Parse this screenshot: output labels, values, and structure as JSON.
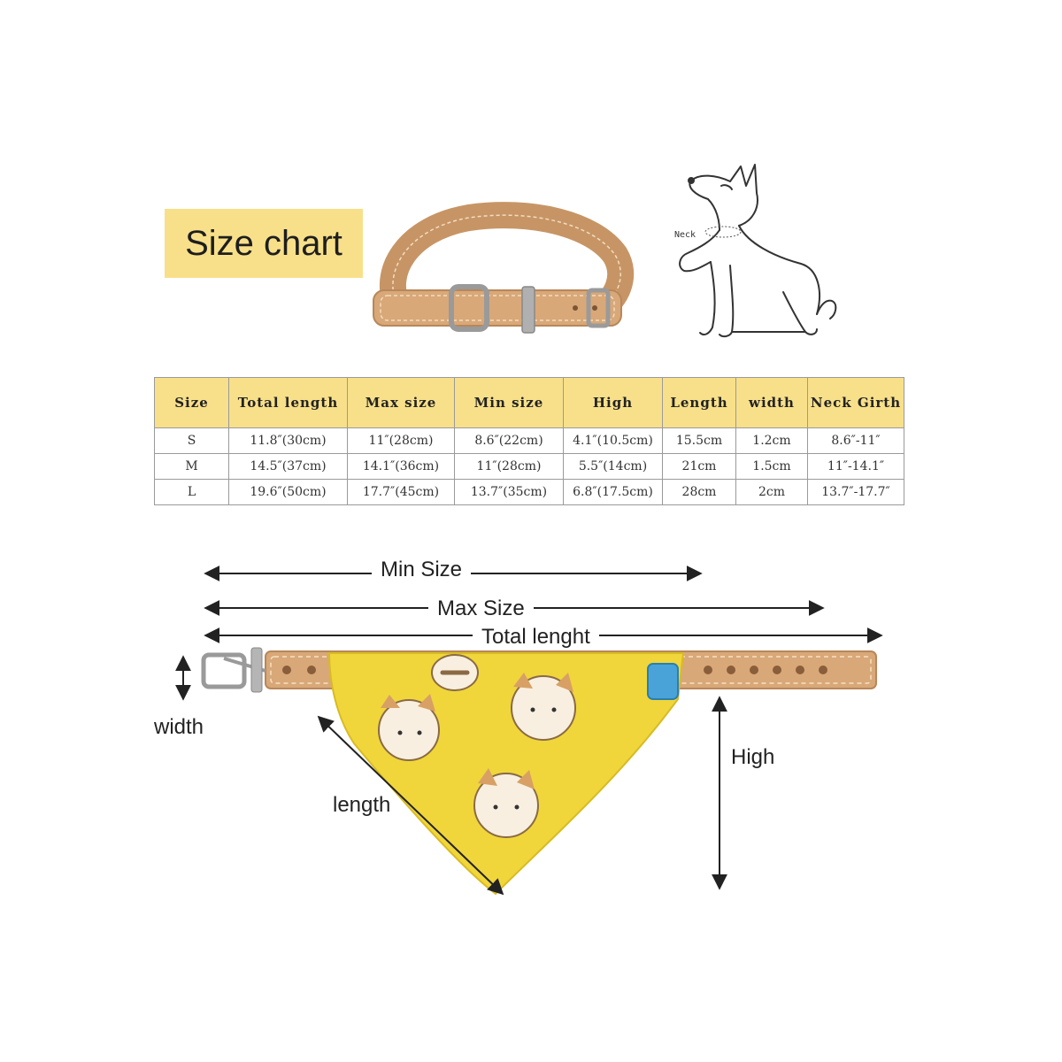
{
  "title": "Size chart",
  "dog_diagram": {
    "neck_label": "Neck"
  },
  "table": {
    "headers": [
      "Size",
      "Total length",
      "Max size",
      "Min size",
      "High",
      "Length",
      "width",
      "Neck Girth"
    ],
    "rows": [
      [
        "S",
        "11.8″(30cm)",
        "11″(28cm)",
        "8.6″(22cm)",
        "4.1″(10.5cm)",
        "15.5cm",
        "1.2cm",
        "8.6″-11″"
      ],
      [
        "M",
        "14.5″(37cm)",
        "14.1″(36cm)",
        "11″(28cm)",
        "5.5″(14cm)",
        "21cm",
        "1.5cm",
        "11″-14.1″"
      ],
      [
        "L",
        "19.6″(50cm)",
        "17.7″(45cm)",
        "13.7″(35cm)",
        "6.8″(17.5cm)",
        "28cm",
        "2cm",
        "13.7″-17.7″"
      ]
    ]
  },
  "dimensions": {
    "min_size": "Min Size",
    "max_size": "Max Size",
    "total_length": "Total lenght",
    "width": "width",
    "high": "High",
    "length": "length"
  },
  "colors": {
    "header_yellow": "#f8e08a",
    "leather_tan": "#d9a878",
    "bandana_yellow": "#f0d63a"
  }
}
